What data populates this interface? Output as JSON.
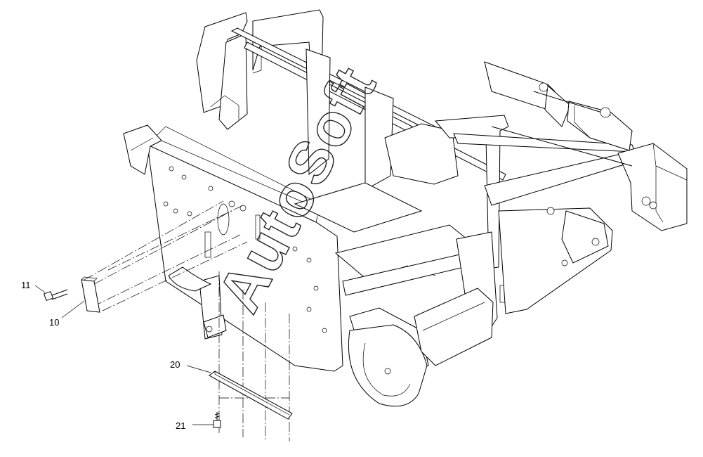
{
  "diagram": {
    "watermark": "AutoSoft",
    "callouts": {
      "part_10": "10",
      "part_11": "11",
      "part_20": "20",
      "part_21": "21"
    }
  }
}
